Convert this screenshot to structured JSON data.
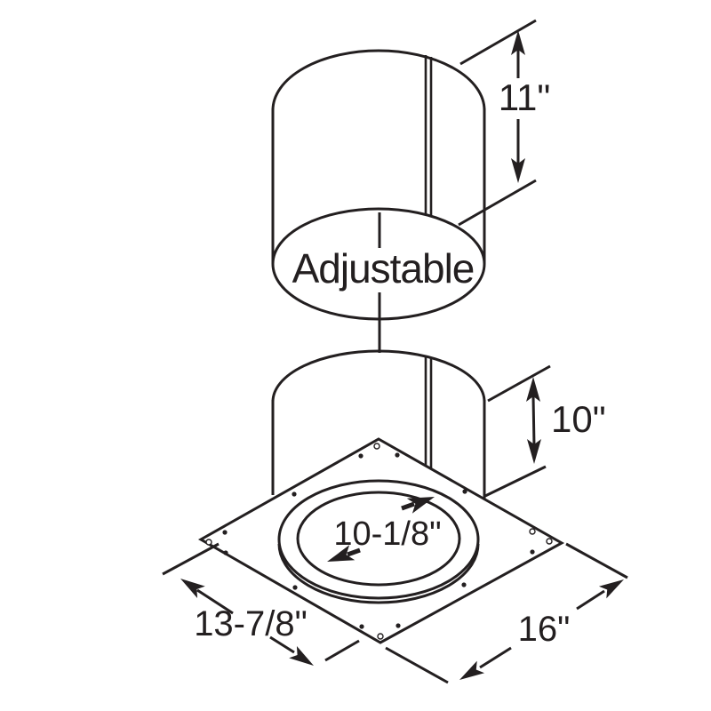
{
  "diagram": {
    "kind": "technical-line-drawing",
    "colors": {
      "line": "#231f20",
      "background": "#ffffff"
    },
    "labels": {
      "adjustable": "Adjustable",
      "upper_section_height": "11\"",
      "lower_section_height": "10\"",
      "opening_diameter": "10-1/8\"",
      "base_plate_depth": "13-7/8\"",
      "base_plate_width": "16\""
    }
  }
}
